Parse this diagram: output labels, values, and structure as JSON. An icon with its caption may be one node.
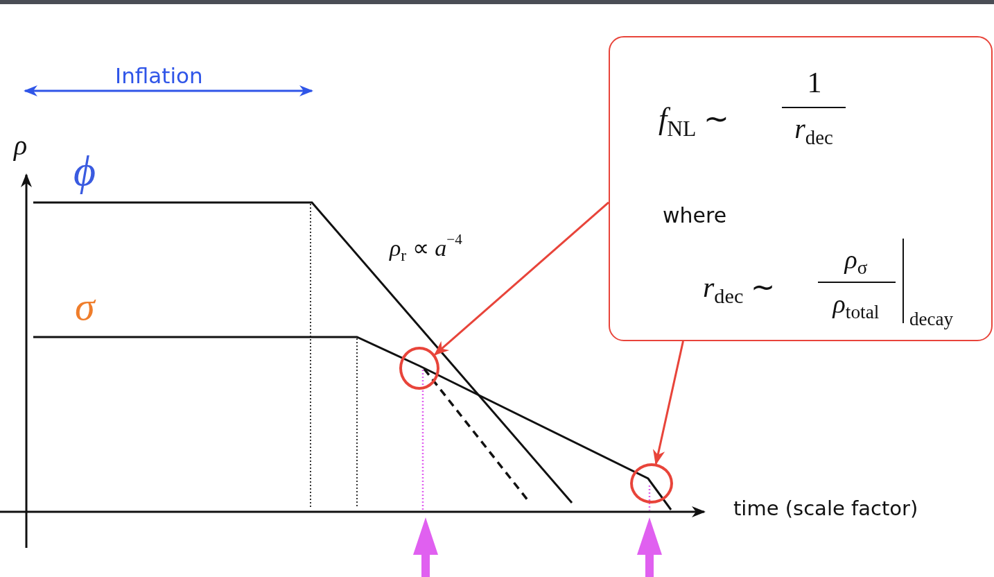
{
  "diagram": {
    "nodes": [
      {
        "text": [
          "*f*$_{NL}$ ∼",
          "1",
          "*r*$_{dec}$",
          "where",
          "*r*$_{dec}$ ∼",
          "*ρ*$_{σ}$",
          "*ρ*$_{total}$",
          "decay"
        ]
      },
      {
        "text": [],
        "shape": "circle"
      },
      {
        "text": [],
        "shape": "circle"
      }
    ],
    "edges": [
      {
        "from": 0,
        "to": 1,
        "arrow": "to"
      },
      {
        "from": 0,
        "to": 2,
        "arrow": "to"
      }
    ],
    "labels": [
      "Inflation",
      "ρ",
      "ϕ",
      "σ",
      "*ρ*$_{r}$ ∝ *a*$^{−4}$",
      "time (scale factor)"
    ]
  }
}
